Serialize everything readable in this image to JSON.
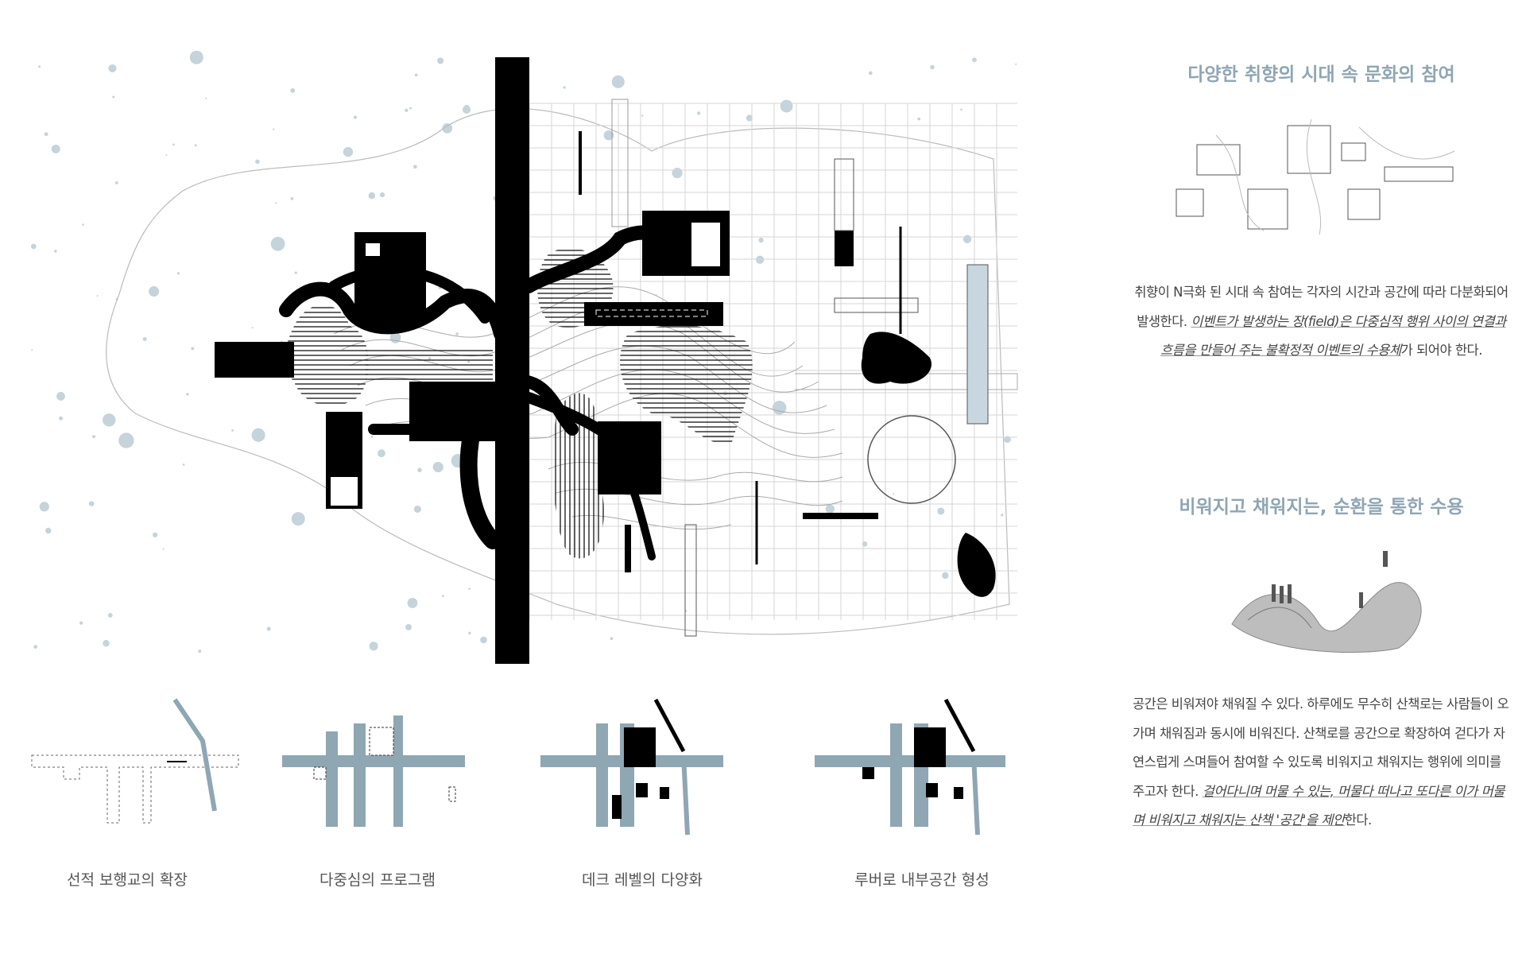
{
  "section1": {
    "title": "다양한 취향의 시대 속 문화의 참여",
    "para_lead": "취향이 N극화 된 시대 속 참여는 각자의 시간과 공간에 따라 다분화되어 발생한다. ",
    "para_em": "이벤트가 발생하는 장(field)은 다중심적 행위 사이의 연결과 흐름을 만들어 주는 불확정적 이벤트의 수용체",
    "para_tail": "가 되어야 한다."
  },
  "section2": {
    "title": "비워지고 채워지는, 순환을 통한 수용",
    "para_lead": "공간은 비워져야 채워질 수 있다. 하루에도 무수히 산책로는 사람들이 오가며 채워짐과 동시에 비워진다. 산책로를 공간으로 확장하여 걷다가 자연스럽게 스며들어 참여할  수 있도록 비워지고 채워지는 행위에 의미를 주고자 한다. ",
    "para_em": "걸어다니며 머물 수 있는, 머물다 떠나고 또다른 이가 머물며 비워지고 채워지는 산책 '공간'을 제안",
    "para_tail": "한다."
  },
  "diagrams": [
    {
      "caption": "선적 보행교의 확장"
    },
    {
      "caption": "다중심의 프로그램"
    },
    {
      "caption": "데크 레벨의 다양화"
    },
    {
      "caption": "루버로 내부공간 형성"
    }
  ],
  "colors": {
    "accent": "#8fa6b3",
    "ink": "#000000",
    "water": "#9fb6c4"
  }
}
